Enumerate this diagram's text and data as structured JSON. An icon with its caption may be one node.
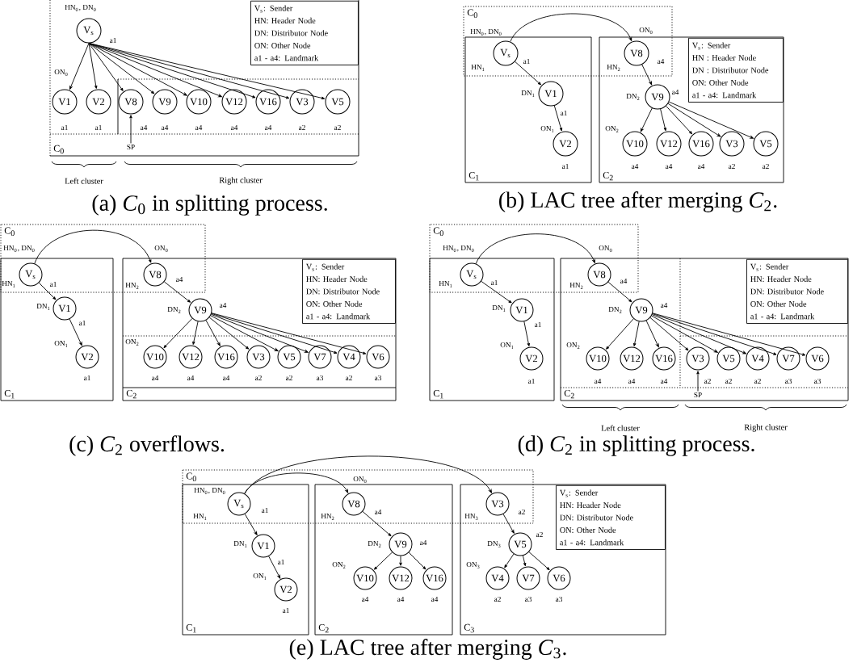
{
  "diagram": {
    "nodes": [
      {
        "text": [
          "C$_{0}$"
        ]
      },
      {
        "text": [
          "V$_{s}$: Sender",
          "HN: Header Node",
          "DN: Distributor Node",
          "ON: Other Node",
          "a1 - a4: Landmark"
        ],
        "in": 0
      },
      {
        "text": [
          "V$_{s}$"
        ],
        "beside": [
          "HN$_{0}$, DN$_{0}$",
          "a1"
        ],
        "in": 0
      },
      {
        "text": [
          "V1"
        ],
        "beside": [
          "ON$_{0}$",
          "a1"
        ],
        "in": 0
      },
      {
        "text": [
          "V2"
        ],
        "beside": [
          "a1"
        ],
        "in": 0
      },
      {
        "text": [
          "V8"
        ],
        "beside": [
          "a4"
        ],
        "in": 0
      },
      {
        "text": [
          "V9"
        ],
        "beside": [
          "a4"
        ],
        "in": 0
      },
      {
        "text": [
          "V10"
        ],
        "beside": [
          "a4"
        ],
        "in": 0
      },
      {
        "text": [
          "V12"
        ],
        "beside": [
          "a4"
        ],
        "in": 0
      },
      {
        "text": [
          "V16"
        ],
        "beside": [
          "a4"
        ],
        "in": 0
      },
      {
        "text": [
          "V3"
        ],
        "beside": [
          "a2"
        ],
        "in": 0
      },
      {
        "text": [
          "V5"
        ],
        "beside": [
          "a2"
        ],
        "in": 0
      },
      {
        "text": [
          "SP"
        ],
        "in": 0
      },
      {
        "text": [
          "C$_{1}$"
        ]
      },
      {
        "text": [
          "C$_{2}$"
        ]
      },
      {
        "text": [
          "V$_{s}$: Sender",
          "HN : Header Node",
          "DN : Distributor Node",
          "ON: Other Node",
          "a1 - a4: Landmark"
        ],
        "in": 14
      },
      {
        "text": [
          "V$_{s}$"
        ],
        "beside": [
          "HN$_{0}$, DN$_{0}$",
          "HN$_{1}$",
          "a1"
        ],
        "in": 13
      },
      {
        "text": [
          "V1"
        ],
        "beside": [
          "DN$_{1}$",
          "a1"
        ],
        "in": 13
      },
      {
        "text": [
          "V2"
        ],
        "beside": [
          "ON$_{1}$",
          "a1"
        ],
        "in": 13
      },
      {
        "text": [
          "V8"
        ],
        "beside": [
          "ON$_{0}$",
          "HN$_{2}$",
          "a4"
        ],
        "in": 14
      },
      {
        "text": [
          "V9"
        ],
        "beside": [
          "DN$_{2}$",
          "a4"
        ],
        "in": 14
      },
      {
        "text": [
          "V10"
        ],
        "beside": [
          "ON$_{2}$",
          "a4"
        ],
        "in": 14
      },
      {
        "text": [
          "V12"
        ],
        "beside": [
          "a4"
        ],
        "in": 14
      },
      {
        "text": [
          "V16"
        ],
        "beside": [
          "a4"
        ],
        "in": 14
      },
      {
        "text": [
          "V3"
        ],
        "beside": [
          "a2"
        ],
        "in": 14
      },
      {
        "text": [
          "V5"
        ],
        "beside": [
          "a2"
        ],
        "in": 14
      },
      {
        "text": [
          "C$_{1}$"
        ]
      },
      {
        "text": [
          "C$_{2}$"
        ]
      },
      {
        "text": [
          "V$_{s}$: Sender",
          "HN: Header Node",
          "DN: Distributor Node",
          "ON: Other Node",
          "a1 - a4: Landmark"
        ],
        "in": 27
      },
      {
        "text": [
          "V$_{s}$"
        ],
        "beside": [
          "HN$_{0}$, DN$_{0}$",
          "HN$_{1}$",
          "a1"
        ],
        "in": 26
      },
      {
        "text": [
          "V1"
        ],
        "beside": [
          "DN$_{1}$",
          "a1"
        ],
        "in": 26
      },
      {
        "text": [
          "V2"
        ],
        "beside": [
          "ON$_{1}$",
          "a1"
        ],
        "in": 26
      },
      {
        "text": [
          "V8"
        ],
        "beside": [
          "ON$_{0}$",
          "HN$_{2}$",
          "a4"
        ],
        "in": 27
      },
      {
        "text": [
          "V9"
        ],
        "beside": [
          "DN$_{2}$",
          "a4"
        ],
        "in": 27
      },
      {
        "text": [
          "V10"
        ],
        "beside": [
          "ON$_{2}$",
          "a4"
        ],
        "in": 27
      },
      {
        "text": [
          "V12"
        ],
        "beside": [
          "a4"
        ],
        "in": 27
      },
      {
        "text": [
          "V16"
        ],
        "beside": [
          "a4"
        ],
        "in": 27
      },
      {
        "text": [
          "V3"
        ],
        "beside": [
          "a2"
        ],
        "in": 27
      },
      {
        "text": [
          "V5"
        ],
        "beside": [
          "a2"
        ],
        "in": 27
      },
      {
        "text": [
          "V7"
        ],
        "beside": [
          "a3"
        ],
        "in": 27
      },
      {
        "text": [
          "V4"
        ],
        "beside": [
          "a2"
        ],
        "in": 27
      },
      {
        "text": [
          "V6"
        ],
        "beside": [
          "a3"
        ],
        "in": 27
      },
      {
        "text": [
          "C$_{1}$"
        ]
      },
      {
        "text": [
          "C$_{2}$"
        ]
      },
      {
        "text": [
          "V$_{s}$: Sender",
          "HN: Header Node",
          "DN: Distributor Node",
          "ON: Other Node",
          "a1 - a4: Landmark"
        ],
        "in": 43
      },
      {
        "text": [
          "V$_{s}$"
        ],
        "beside": [
          "HN$_{0}$, DN$_{0}$",
          "HN$_{1}$",
          "a1"
        ],
        "in": 42
      },
      {
        "text": [
          "V1"
        ],
        "beside": [
          "DN$_{1}$",
          "a1"
        ],
        "in": 42
      },
      {
        "text": [
          "V2"
        ],
        "beside": [
          "ON$_{1}$",
          "a1"
        ],
        "in": 42
      },
      {
        "text": [
          "V8"
        ],
        "beside": [
          "ON$_{0}$",
          "HN$_{2}$",
          "a4"
        ],
        "in": 43
      },
      {
        "text": [
          "V9"
        ],
        "beside": [
          "DN$_{2}$",
          "a4"
        ],
        "in": 43
      },
      {
        "text": [
          "V10"
        ],
        "beside": [
          "ON$_{2}$",
          "a4"
        ],
        "in": 43
      },
      {
        "text": [
          "V12"
        ],
        "beside": [
          "a4"
        ],
        "in": 43
      },
      {
        "text": [
          "V16"
        ],
        "beside": [
          "a4"
        ],
        "in": 43
      },
      {
        "text": [
          "V3"
        ],
        "beside": [
          "a2"
        ],
        "in": 43
      },
      {
        "text": [
          "V5"
        ],
        "beside": [
          "a2"
        ],
        "in": 43
      },
      {
        "text": [
          "V4"
        ],
        "beside": [
          "a2"
        ],
        "in": 43
      },
      {
        "text": [
          "V7"
        ],
        "beside": [
          "a3"
        ],
        "in": 43
      },
      {
        "text": [
          "V6"
        ],
        "beside": [
          "a3"
        ],
        "in": 43
      },
      {
        "text": [
          "SP"
        ],
        "in": 43
      },
      {
        "text": [
          "C$_{1}$"
        ]
      },
      {
        "text": [
          "C$_{2}$"
        ]
      },
      {
        "text": [
          "C$_{3}$"
        ]
      },
      {
        "text": [
          "V$_{s}$: Sender",
          "HN: Header Node",
          "DN: Distributor Node",
          "ON: Other Node",
          "a1 - a4: Landmark"
        ],
        "in": 61
      },
      {
        "text": [
          "V$_{s}$"
        ],
        "beside": [
          "HN$_{0}$, DN$_{0}$",
          "HN$_{1}$",
          "a1"
        ],
        "in": 59
      },
      {
        "text": [
          "V1"
        ],
        "beside": [
          "DN$_{1}$",
          "a1"
        ],
        "in": 59
      },
      {
        "text": [
          "V2"
        ],
        "beside": [
          "ON$_{1}$",
          "a1"
        ],
        "in": 59
      },
      {
        "text": [
          "V8"
        ],
        "beside": [
          "ON$_{0}$",
          "HN$_{2}$",
          "a4"
        ],
        "in": 60
      },
      {
        "text": [
          "V9"
        ],
        "beside": [
          "DN$_{2}$",
          "a4"
        ],
        "in": 60
      },
      {
        "text": [
          "V10"
        ],
        "beside": [
          "ON$_{2}$",
          "a4"
        ],
        "in": 60
      },
      {
        "text": [
          "V12"
        ],
        "beside": [
          "a4"
        ],
        "in": 60
      },
      {
        "text": [
          "V16"
        ],
        "beside": [
          "a4"
        ],
        "in": 60
      },
      {
        "text": [
          "V3"
        ],
        "beside": [
          "HN$_{3}$",
          "a2"
        ],
        "in": 61
      },
      {
        "text": [
          "V5"
        ],
        "beside": [
          "DN$_{3}$",
          "a2"
        ],
        "in": 61
      },
      {
        "text": [
          "V4"
        ],
        "beside": [
          "ON$_{3}$",
          "a2"
        ],
        "in": 61
      },
      {
        "text": [
          "V7"
        ],
        "beside": [
          "a3"
        ],
        "in": 61
      },
      {
        "text": [
          "V6"
        ],
        "beside": [
          "a3"
        ],
        "in": 61
      }
    ],
    "edges": [
      {
        "from": 2,
        "to": 3,
        "arrow": "to"
      },
      {
        "from": 2,
        "to": 4,
        "arrow": "to"
      },
      {
        "from": 2,
        "to": 5,
        "arrow": "to"
      },
      {
        "from": 2,
        "to": 6,
        "arrow": "to"
      },
      {
        "from": 2,
        "to": 7,
        "arrow": "to"
      },
      {
        "from": 2,
        "to": 8,
        "arrow": "to"
      },
      {
        "from": 2,
        "to": 9,
        "arrow": "to"
      },
      {
        "from": 2,
        "to": 10,
        "arrow": "to"
      },
      {
        "from": 2,
        "to": 11,
        "arrow": "to"
      },
      {
        "from": 12,
        "to": 5,
        "arrow": "to"
      },
      {
        "from": 16,
        "to": 19,
        "arrow": "to"
      },
      {
        "from": 16,
        "to": 17,
        "arrow": "to"
      },
      {
        "from": 17,
        "to": 18,
        "arrow": "to"
      },
      {
        "from": 19,
        "to": 20,
        "arrow": "to"
      },
      {
        "from": 20,
        "to": 21,
        "arrow": "to"
      },
      {
        "from": 20,
        "to": 22,
        "arrow": "to"
      },
      {
        "from": 20,
        "to": 23,
        "arrow": "to"
      },
      {
        "from": 20,
        "to": 24,
        "arrow": "to"
      },
      {
        "from": 20,
        "to": 25,
        "arrow": "to"
      },
      {
        "from": 29,
        "to": 32,
        "arrow": "to"
      },
      {
        "from": 29,
        "to": 30,
        "arrow": "to"
      },
      {
        "from": 30,
        "to": 31,
        "arrow": "to"
      },
      {
        "from": 32,
        "to": 33,
        "arrow": "to"
      },
      {
        "from": 33,
        "to": 34,
        "arrow": "to"
      },
      {
        "from": 33,
        "to": 35,
        "arrow": "to"
      },
      {
        "from": 33,
        "to": 36,
        "arrow": "to"
      },
      {
        "from": 33,
        "to": 37,
        "arrow": "to"
      },
      {
        "from": 33,
        "to": 38,
        "arrow": "to"
      },
      {
        "from": 33,
        "to": 39,
        "arrow": "to"
      },
      {
        "from": 33,
        "to": 40,
        "arrow": "to"
      },
      {
        "from": 33,
        "to": 41,
        "arrow": "to"
      },
      {
        "from": 45,
        "to": 48,
        "arrow": "to"
      },
      {
        "from": 45,
        "to": 46,
        "arrow": "to"
      },
      {
        "from": 46,
        "to": 47,
        "arrow": "to"
      },
      {
        "from": 48,
        "to": 49,
        "arrow": "to"
      },
      {
        "from": 49,
        "to": 50,
        "arrow": "to"
      },
      {
        "from": 49,
        "to": 51,
        "arrow": "to"
      },
      {
        "from": 49,
        "to": 52,
        "arrow": "to"
      },
      {
        "from": 49,
        "to": 53,
        "arrow": "to"
      },
      {
        "from": 49,
        "to": 54,
        "arrow": "to"
      },
      {
        "from": 49,
        "to": 55,
        "arrow": "to"
      },
      {
        "from": 49,
        "to": 56,
        "arrow": "to"
      },
      {
        "from": 49,
        "to": 57,
        "arrow": "to"
      },
      {
        "from": 58,
        "to": 53,
        "arrow": "to"
      },
      {
        "from": 63,
        "to": 66,
        "arrow": "to"
      },
      {
        "from": 63,
        "to": 71,
        "arrow": "to"
      },
      {
        "from": 63,
        "to": 64,
        "arrow": "to"
      },
      {
        "from": 64,
        "to": 65,
        "arrow": "to"
      },
      {
        "from": 66,
        "to": 67,
        "arrow": "to"
      },
      {
        "from": 67,
        "to": 68,
        "arrow": "to"
      },
      {
        "from": 67,
        "to": 69,
        "arrow": "to"
      },
      {
        "from": 67,
        "to": 70,
        "arrow": "to"
      },
      {
        "from": 71,
        "to": 72,
        "arrow": "to"
      },
      {
        "from": 72,
        "to": 73,
        "arrow": "to"
      },
      {
        "from": 72,
        "to": 74,
        "arrow": "to"
      },
      {
        "from": 72,
        "to": 75,
        "arrow": "to"
      }
    ],
    "labels": [
      "C$_{0}$",
      "Left cluster",
      "Right cluster",
      "(a) *C*$_{0}$ in splitting process.",
      "(b) LAC tree after merging *C*$_{2}$.",
      "C$_{0}$",
      "C$_{0}$",
      "Left cluster",
      "Right cluster",
      "(c) *C*$_{2}$ overflows.",
      "(d) *C*$_{2}$ in splitting process.",
      "C$_{0}$",
      "(e) LAC tree after merging *C*$_{3}$."
    ]
  }
}
